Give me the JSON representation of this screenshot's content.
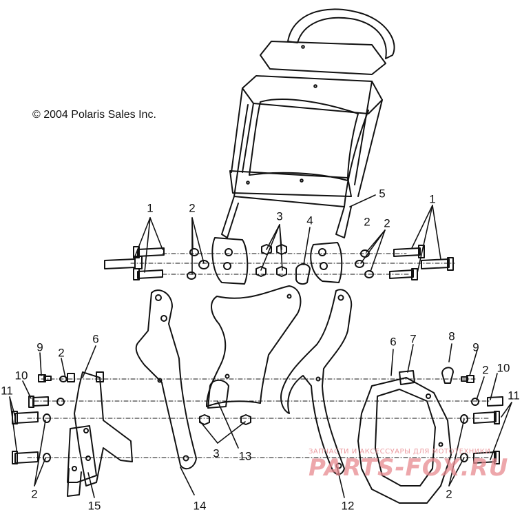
{
  "copyright": "© 2004 Polaris Sales Inc.",
  "callouts": [
    "1",
    "2",
    "3",
    "4",
    "5",
    "2",
    "1",
    "6",
    "7",
    "8",
    "9",
    "2",
    "10",
    "11",
    "9",
    "2",
    "10",
    "11",
    "6",
    "2",
    "2",
    "3",
    "13",
    "14",
    "15",
    "12",
    "2"
  ],
  "watermark": {
    "line1": "ЗАПЧАСТИ И АКСЕССУАРЫ ДЛЯ МОТОТЕХНИКИ",
    "line2": "PARTS-FOX.RU"
  },
  "colors": {
    "ink": "#111111",
    "watermark": "#e88a90"
  }
}
